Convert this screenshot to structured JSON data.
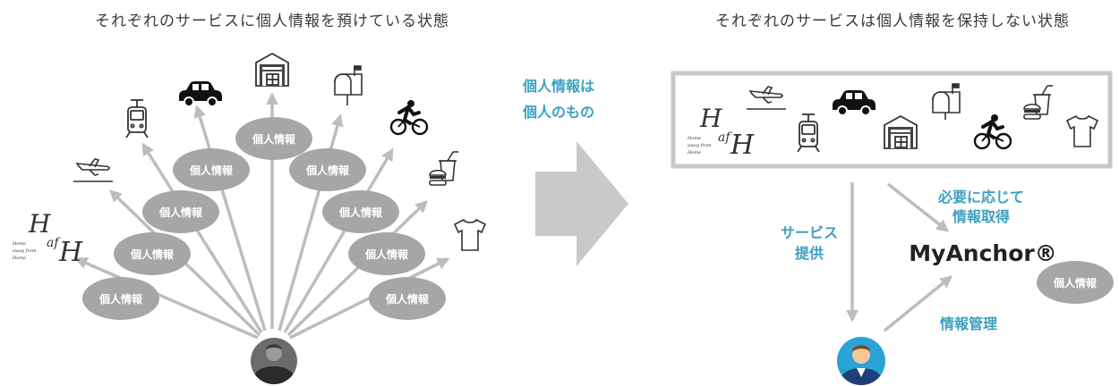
{
  "left_panel": {
    "title": "それぞれのサービスに個人情報を預けている状態",
    "pill_label": "個人情報"
  },
  "center": {
    "message_line1": "個人情報は",
    "message_line2": "個人のもの"
  },
  "right_panel": {
    "title": "それぞれのサービスは個人情報を保持しない状態",
    "label_required_line1": "必要に応じて",
    "label_required_line2": "情報取得",
    "label_service_line1": "サービス",
    "label_service_line2": "提供",
    "label_manage": "情報管理",
    "brand": "MyAnchor®",
    "pill_label": "個人情報"
  },
  "logo": {
    "main": "H af H",
    "script_line1": "Home",
    "script_line2": "away from",
    "script_line3": "Home"
  },
  "services": [
    "hafh-logo",
    "airplane-icon",
    "train-icon",
    "car-icon",
    "warehouse-icon",
    "mailbox-icon",
    "bicycle-icon",
    "fast-food-icon",
    "t-shirt-icon"
  ],
  "colors": {
    "arrow_gray": "#bdbdbd",
    "pill_gray": "#a6a6a6",
    "accent_blue": "#3d9fc0",
    "avatar_bg_left": "#6b6b6b",
    "avatar_bg_right": "#29a3d6"
  }
}
